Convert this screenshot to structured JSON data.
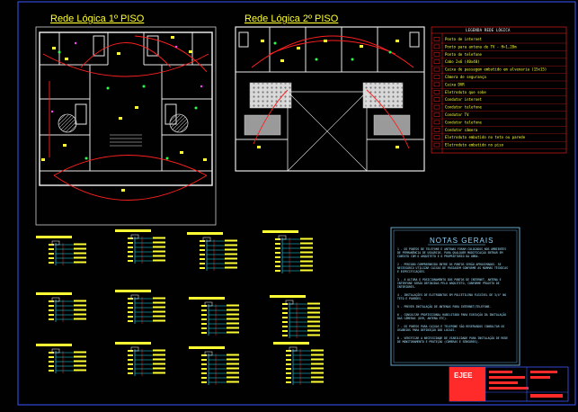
{
  "titles": {
    "floor1": "Rede Lógica 1º PISO",
    "floor2": "Rede Lógica 2º PISO"
  },
  "legend": {
    "heading": "LEGENDA REDE LÓGICA",
    "items": [
      "Ponto de internet",
      "Ponto para antena de TV - H=1,20m",
      "Ponto de telefone",
      "Cabo 2x6 (40x40)",
      "Caixa de passagem embutido em alvenaria (15x15)",
      "Câmera de segurança",
      "Caixa DVR",
      "Eletroduto que sobe",
      "Condutor internet",
      "Condutor telefone",
      "Condutor TV",
      "Condutor telefone",
      "Condutor câmera",
      "Eletroduto embutido no teto ou parede",
      "Eletroduto embutido no piso"
    ]
  },
  "notes": {
    "title": "NOTAS GERAIS",
    "items": [
      "1 - OS PONTOS DE TELEFONE E ANTENAS FORAM COLOCADOS NOS AMBIENTES DE PERMANÊNCIA DE USUÁRIOS. PARA QUALQUER MODIFICAÇÃO ENTRAR EM CONTATO COM O ARQUITETO E O PROPRIETÁRIO DA OBRA.",
      "2 - PERIODO COMPREENDIDO ENTRE OS PONTOS SERÃO APROXIMADOS. SE NECESSÁRIO UTILIZAR CAIXAS DE PASSAGEM CONFORME AS NORMAS TÉCNICAS E ESPECIFICAÇÕES.",
      "3 - A ALTURA E POSICIONAMENTO DOS PONTOS DE INTERNET, ANTENA E INTERFONE SERÃO DEFINIDAS PELO ARQUITETO, CONFORME PROJETO DE INTERIORES.",
      "4 - INSTALAÇÕES DE ELETRODUTOS EM POLIETILENO FLEXÍVEL DE 3/4\" NO TETO E PAREDES.",
      "5 - PREVER INSTALAÇÃO DE ANTENAS PARA INTERNET/TELEFONE.",
      "6 - CONSULTAR PROFISSIONAL HABILITADO PARA EXECUÇÃO DA INSTALAÇÃO DAS CÂMERAS (DVR, ANTENA ETC).",
      "7 - OS PONTOS PARA CAIXAS E TELEFONE SÃO RESERVADOS CONSULTAR OS USUÁRIOS PARA DEFINIÇÃO DOS LOCAIS.",
      "8 - VERIFICAR A NECESSIDADE DE VIABILIDADE PARA INSTALAÇÃO DE REDE DE MONITORAMENTO E PROTEÇÃO (CÂMERAS E SENSORES)."
    ]
  },
  "colors": {
    "background": "#010101",
    "walls": "#e8e8e8",
    "title": "#ffff33",
    "circuit": "#ff2020",
    "schematic_line": "#22e6ff",
    "legend_red": "#ff2222",
    "notes_border": "#7fd3ff"
  }
}
